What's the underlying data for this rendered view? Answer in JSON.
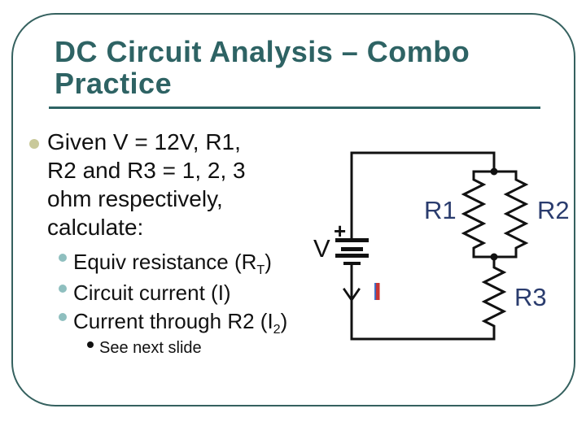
{
  "slide": {
    "title_line1": "DC Circuit Analysis – Combo",
    "title_line2": "Practice",
    "accent_color": "#2e6364",
    "frame_color": "#35615f"
  },
  "bullets": {
    "main": {
      "bullet_color": "#c9c99a",
      "lines": [
        "Given V = 12V, R1,",
        "R2 and R3 = 1, 2, 3",
        "ohm respectively,",
        "calculate:"
      ]
    },
    "sub_bullet_color": "#8fbfbf",
    "sub": [
      {
        "pre": "Equiv resistance (R",
        "sub": "T",
        "post": ")"
      },
      {
        "pre": "Circuit current (I)",
        "sub": "",
        "post": ""
      },
      {
        "pre": "Current through R2 (I",
        "sub": "2",
        "post": ")"
      }
    ],
    "note": "See next slide"
  },
  "circuit": {
    "source_label": "V",
    "plus_label": "+",
    "current_label": "I",
    "resistor_labels": {
      "r1": "R1",
      "r2": "R2",
      "r3": "R3"
    },
    "label_color": "#2a3c6e",
    "current_label_color": "#c73535",
    "wire_color": "#111111"
  }
}
